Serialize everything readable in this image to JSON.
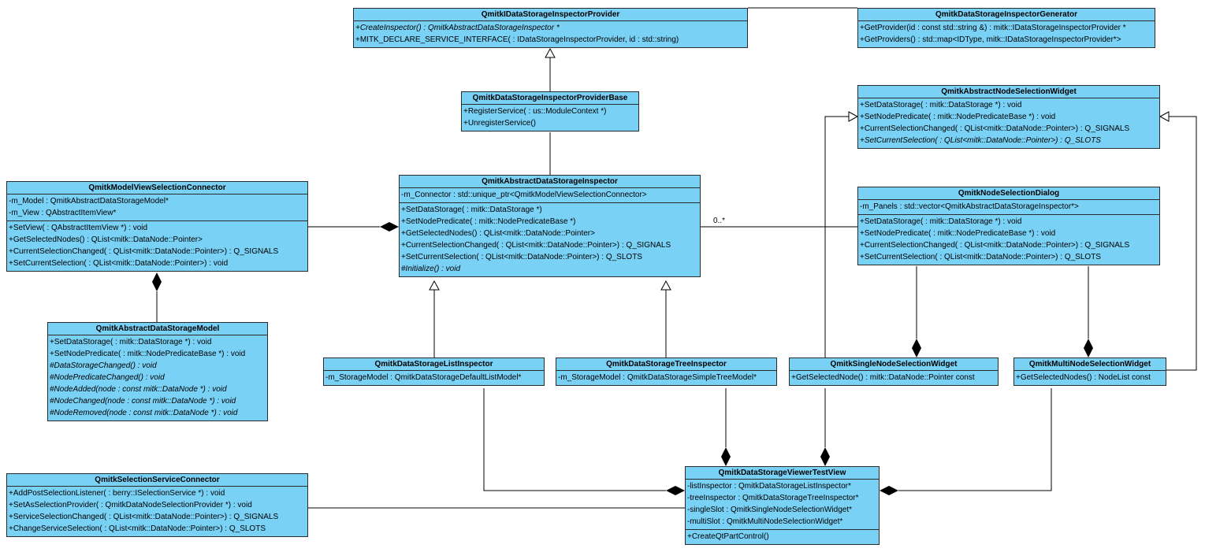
{
  "classes": {
    "provider": {
      "name": "QmitkIDataStorageInspectorProvider",
      "attributes": [],
      "methods": [
        {
          "text": "+CreateInspector() : QmitkAbstractDataStorageInspector *",
          "italic": true
        },
        {
          "text": "+MITK_DECLARE_SERVICE_INTERFACE( : IDataStorageInspectorProvider, id : std::string)",
          "italic": false
        }
      ]
    },
    "generator": {
      "name": "QmitkDataStorageInspectorGenerator",
      "attributes": [],
      "methods": [
        {
          "text": "+GetProvider(id : const std::string &) : mitk::IDataStorageInspectorProvider *",
          "italic": false
        },
        {
          "text": "+GetProviders() : std::map<IDType, mitk::IDataStorageInspectorProvider*>",
          "italic": false
        }
      ]
    },
    "providerBase": {
      "name": "QmitkDataStorageInspectorProviderBase",
      "attributes": [],
      "methods": [
        {
          "text": "+RegisterService( : us::ModuleContext *)",
          "italic": false
        },
        {
          "text": "+UnregisterService()",
          "italic": false
        }
      ]
    },
    "abstractNodeSel": {
      "name": "QmitkAbstractNodeSelectionWidget",
      "attributes": [],
      "methods": [
        {
          "text": "+SetDataStorage( : mitk::DataStorage *) : void",
          "italic": false
        },
        {
          "text": "+SetNodePredicate( : mitk::NodePredicateBase *) : void",
          "italic": false
        },
        {
          "text": "+CurrentSelectionChanged( : QList<mitk::DataNode::Pointer>) : Q_SIGNALS",
          "italic": false
        },
        {
          "text": "+SetCurrentSelection( : QList<mitk::DataNode::Pointer>) : Q_SLOTS",
          "italic": true
        }
      ]
    },
    "connector": {
      "name": "QmitkModelViewSelectionConnector",
      "attributes": [
        {
          "text": "-m_Model : QmitkAbstractDataStorageModel*",
          "italic": false
        },
        {
          "text": "-m_View : QAbstractItemView*",
          "italic": false
        }
      ],
      "methods": [
        {
          "text": "+SetView( : QAbstractItemView *) : void",
          "italic": false
        },
        {
          "text": "+GetSelectedNodes() : QList<mitk::DataNode::Pointer>",
          "italic": false
        },
        {
          "text": "+CurrentSelectionChanged( : QList<mitk::DataNode::Pointer>) : Q_SIGNALS",
          "italic": false
        },
        {
          "text": "+SetCurrentSelection( : QList<mitk::DataNode::Pointer>) : void",
          "italic": false
        }
      ]
    },
    "abstractInspector": {
      "name": "QmitkAbstractDataStorageInspector",
      "attributes": [
        {
          "text": "-m_Connector : std::unique_ptr<QmitkModelViewSelectionConnector>",
          "italic": false
        }
      ],
      "methods": [
        {
          "text": "+SetDataStorage( : mitk::DataStorage *)",
          "italic": false
        },
        {
          "text": "+SetNodePredicate( : mitk::NodePredicateBase *)",
          "italic": false
        },
        {
          "text": "+GetSelectedNodes() : QList<mitk::DataNode::Pointer>",
          "italic": false
        },
        {
          "text": "+CurrentSelectionChanged( : QList<mitk::DataNode::Pointer>) : Q_SIGNALS",
          "italic": false
        },
        {
          "text": "+SetCurrentSelection( : QList<mitk::DataNode::Pointer>) : Q_SLOTS",
          "italic": false
        },
        {
          "text": "#Initialize() : void",
          "italic": true
        }
      ]
    },
    "nodeDialog": {
      "name": "QmitkNodeSelectionDialog",
      "attributes": [
        {
          "text": "-m_Panels : std::vector<QmitkAbstractDataStorageInspector*>",
          "italic": false
        }
      ],
      "methods": [
        {
          "text": "+SetDataStorage( : mitk::DataStorage *) : void",
          "italic": false
        },
        {
          "text": "+SetNodePredicate( : mitk::NodePredicateBase *) : void",
          "italic": false
        },
        {
          "text": "+CurrentSelectionChanged( : QList<mitk::DataNode::Pointer>) : Q_SIGNALS",
          "italic": false
        },
        {
          "text": "+SetCurrentSelection( : QList<mitk::DataNode::Pointer>) : Q_SLOTS",
          "italic": false
        }
      ]
    },
    "abstractModel": {
      "name": "QmitkAbstractDataStorageModel",
      "attributes": [],
      "methods": [
        {
          "text": "+SetDataStorage( : mitk::DataStorage *) : void",
          "italic": false
        },
        {
          "text": "+SetNodePredicate( : mitk::NodePredicateBase *) : void",
          "italic": false
        },
        {
          "text": "#DataStorageChanged() : void",
          "italic": true
        },
        {
          "text": "#NodePredicateChanged() : void",
          "italic": true
        },
        {
          "text": "#NodeAdded(node : const mitk::DataNode *) : void",
          "italic": true
        },
        {
          "text": "#NodeChanged(node : const mitk::DataNode *) : void",
          "italic": true
        },
        {
          "text": "#NodeRemoved(node : const mitk::DataNode *) : void",
          "italic": true
        }
      ]
    },
    "listInspector": {
      "name": "QmitkDataStorageListInspector",
      "attributes": [
        {
          "text": "-m_StorageModel : QmitkDataStorageDefaultListModel*",
          "italic": false
        }
      ],
      "methods": []
    },
    "treeInspector": {
      "name": "QmitkDataStorageTreeInspector",
      "attributes": [
        {
          "text": "-m_StorageModel : QmitkDataStorageSimpleTreeModel*",
          "italic": false
        }
      ],
      "methods": []
    },
    "singleNode": {
      "name": "QmitkSingleNodeSelectionWidget",
      "attributes": [],
      "methods": [
        {
          "text": "+GetSelectedNode() : mitk::DataNode::Pointer const",
          "italic": false
        }
      ]
    },
    "multiNode": {
      "name": "QmitkMultiNodeSelectionWidget",
      "attributes": [],
      "methods": [
        {
          "text": "+GetSelectedNodes() : NodeList const",
          "italic": false
        }
      ]
    },
    "serviceConnector": {
      "name": "QmitkSelectionServiceConnector",
      "attributes": [],
      "methods": [
        {
          "text": "+AddPostSelectionListener( : berry::ISelectionService *) : void",
          "italic": false
        },
        {
          "text": "+SetAsSelectionProvider( : QmitkDataNodeSelectionProvider *) : void",
          "italic": false
        },
        {
          "text": "+ServiceSelectionChanged( : QList<mitk::DataNode::Pointer>) : Q_SIGNALS",
          "italic": false
        },
        {
          "text": "+ChangeServiceSelection( : QList<mitk::DataNode::Pointer>) : Q_SLOTS",
          "italic": false
        }
      ]
    },
    "testView": {
      "name": "QmitkDataStorageViewerTestView",
      "attributes": [
        {
          "text": "-listInspector : QmitkDataStorageListInspector*",
          "italic": false
        },
        {
          "text": "-treeInspector : QmitkDataStorageTreeInspector*",
          "italic": false
        },
        {
          "text": "-singleSlot : QmitkSingleNodeSelectionWidget*",
          "italic": false
        },
        {
          "text": "-multiSlot : QmitkMultiNodeSelectionWidget*",
          "italic": false
        }
      ],
      "methods": [
        {
          "text": "+CreateQtPartControl()",
          "italic": false
        }
      ]
    }
  },
  "multiplicity": "0..*",
  "colors": {
    "class_fill": "#79d1f5",
    "line": "#000000"
  }
}
